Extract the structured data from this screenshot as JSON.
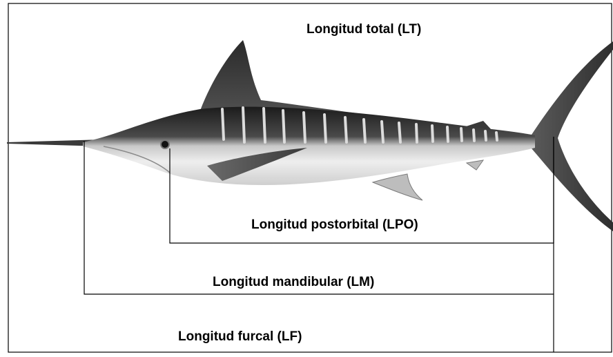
{
  "labels": {
    "total": "Longitud total (LT)",
    "postorbital": "Longitud postorbital (LPO)",
    "mandibular": "Longitud mandibular (LM)",
    "furcal": "Longitud furcal (LF)"
  },
  "colors": {
    "background": "#ffffff",
    "frame": "#000000",
    "measure_line": "#000000",
    "fish_dorsal": "#1f1f1f",
    "fish_belly": "#e6e6e6",
    "fish_stripes": "#d8d8d8"
  },
  "figure": {
    "subject": "marlin",
    "icon": "marlin-illustration"
  }
}
